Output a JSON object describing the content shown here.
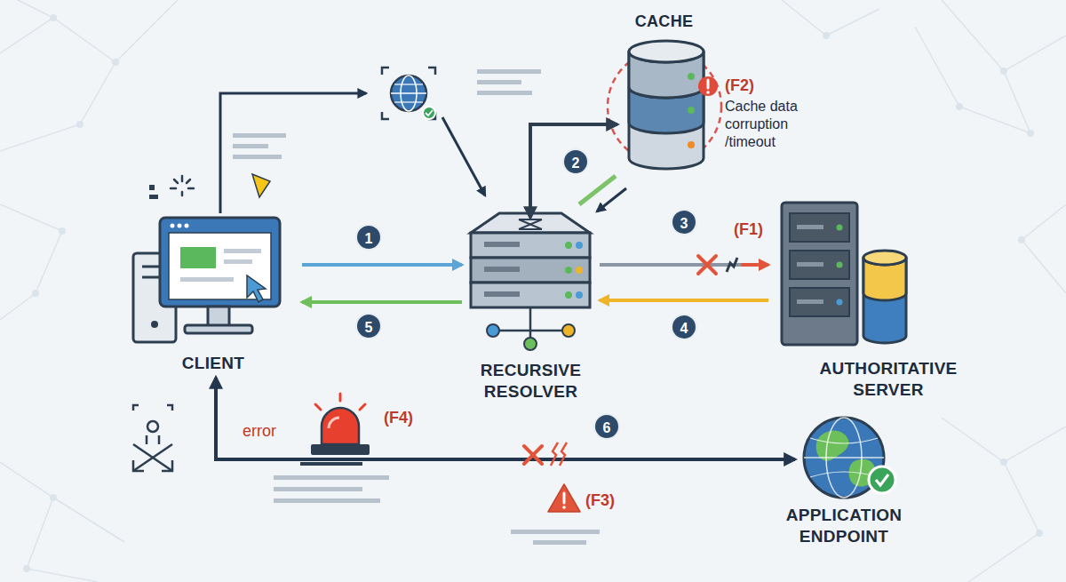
{
  "diagram": {
    "nodes": [
      {
        "text": [
          "CACHE"
        ]
      },
      {
        "text": [
          "CLIENT"
        ]
      },
      {
        "text": [
          "RECURSIVE RESOLVER"
        ]
      },
      {
        "text": [
          "AUTHORITATIVE SERVER"
        ]
      },
      {
        "text": [
          "APPLICATION ENDPOINT"
        ]
      }
    ],
    "edges": [
      {
        "from": 1,
        "to": 2,
        "label": "1",
        "arrow": "to"
      },
      {
        "from": 2,
        "to": 1,
        "label": "5",
        "arrow": "to"
      },
      {
        "from": 2,
        "to": 0,
        "label": "2",
        "arrow": "both"
      },
      {
        "from": 2,
        "to": 3,
        "label": "3",
        "arrow": "to"
      },
      {
        "from": 3,
        "to": 2,
        "label": "4",
        "arrow": "to"
      },
      {
        "from": 1,
        "to": 4,
        "label": "6",
        "arrow": "both"
      }
    ],
    "labels": [
      "(F2)",
      "Cache data corruption /timeout",
      "(F1)",
      "error",
      "(F4)",
      "(F3)"
    ]
  }
}
